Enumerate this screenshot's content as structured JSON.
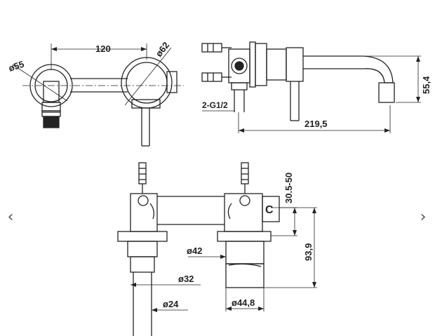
{
  "viewer": {
    "prev_glyph": "‹",
    "next_glyph": "›",
    "prev_icon": "chevron-left-icon",
    "next_icon": "chevron-right-icon"
  },
  "drawing": {
    "line_color": "#222222",
    "top_view": {
      "width": "120",
      "dia_left": "ø55",
      "dia_right": "ø62"
    },
    "side_view": {
      "depth": "219,5",
      "height": "55,4",
      "connection": "2-G1/2"
    },
    "front_view": {
      "range": "30.5-50",
      "height": "93,9",
      "d42": "ø42",
      "d32": "ø32",
      "d24": "ø24",
      "d448": "ø44,8",
      "cold_mark": "C"
    }
  }
}
